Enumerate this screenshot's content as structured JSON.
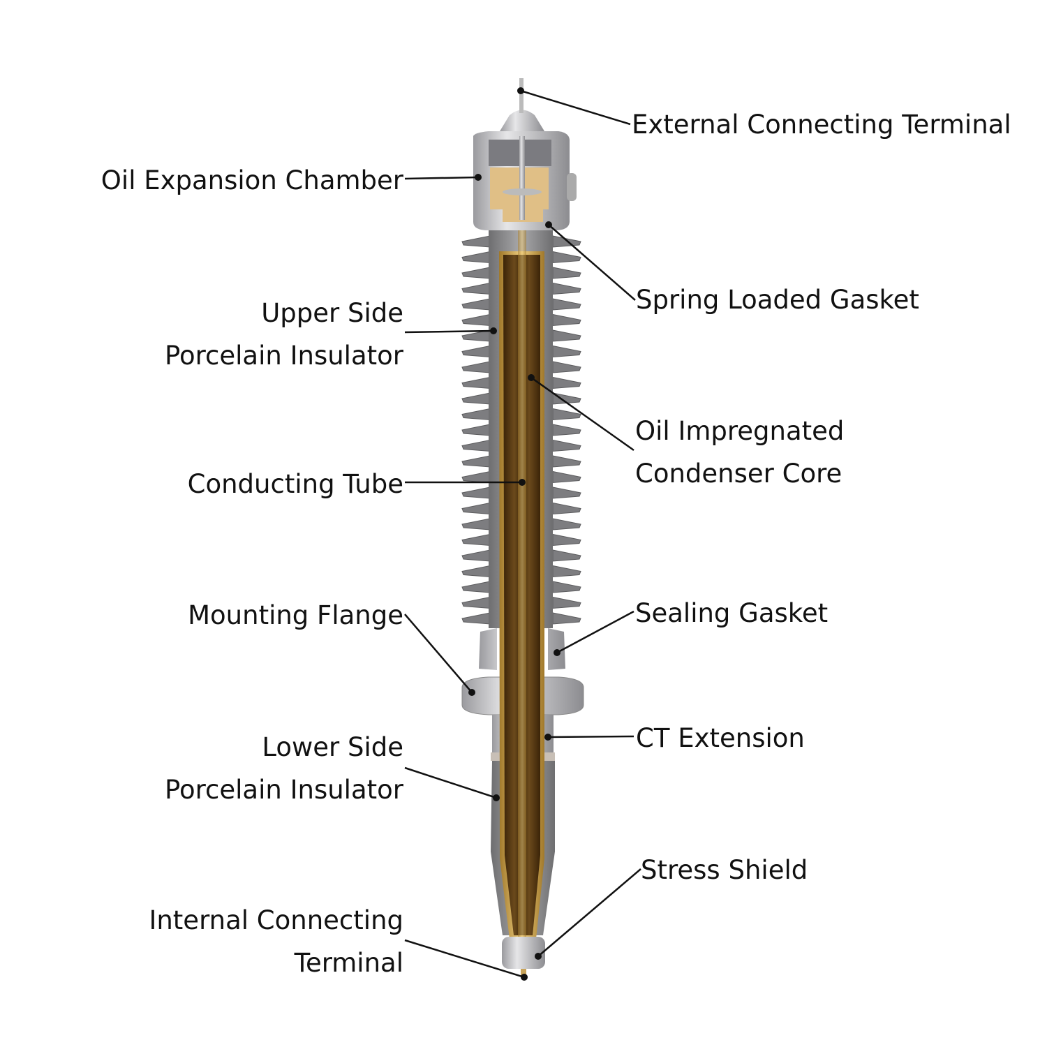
{
  "labels": {
    "external_connecting_terminal": "External Connecting Terminal",
    "oil_expansion_chamber": "Oil Expansion Chamber",
    "spring_loaded_gasket": "Spring Loaded Gasket",
    "upper_side_porcelain_insulator": [
      "Upper Side",
      "Porcelain Insulator"
    ],
    "oil_impregnated_condenser_core": [
      "Oil Impregnated",
      "Condenser Core"
    ],
    "conducting_tube": "Conducting Tube",
    "mounting_flange": "Mounting Flange",
    "sealing_gasket": "Sealing Gasket",
    "ct_extension": "CT Extension",
    "lower_side_porcelain_insulator": [
      "Lower Side",
      "Porcelain Insulator"
    ],
    "stress_shield": "Stress Shield",
    "internal_connecting_terminal": [
      "Internal Connecting",
      "Terminal"
    ]
  },
  "colors": {
    "porcelain": "#8a8a8a",
    "metal": "#c9c9cc",
    "oil": "#d9b47a",
    "core": "#5a3a12",
    "leader": "#111111"
  }
}
